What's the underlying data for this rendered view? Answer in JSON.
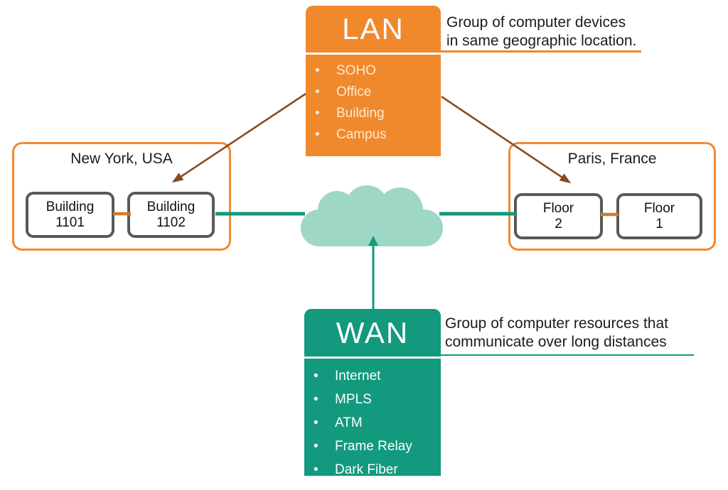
{
  "lan": {
    "title": "LAN",
    "bullets": [
      "SOHO",
      "Office",
      "Building",
      "Campus"
    ],
    "description": [
      "Group of computer devices",
      "in same geographic location."
    ]
  },
  "wan": {
    "title": "WAN",
    "bullets": [
      "Internet",
      "MPLS",
      "ATM",
      "Frame Relay",
      "Dark Fiber"
    ],
    "description": [
      "Group of computer resources that",
      "communicate over long distances"
    ]
  },
  "sites": {
    "new_york": {
      "title": "New York, USA",
      "node1": {
        "line1": "Building",
        "line2": "1101"
      },
      "node2": {
        "line1": "Building",
        "line2": "1102"
      }
    },
    "paris": {
      "title": "Paris, France",
      "node1": {
        "line1": "Floor",
        "line2": "2"
      },
      "node2": {
        "line1": "Floor",
        "line2": "1"
      }
    }
  },
  "icons": {
    "cloud": "internet-cloud"
  },
  "colors": {
    "lan_orange": "#F0882C",
    "group_border_orange": "#F28A30",
    "node_link_orange": "#D4782A",
    "wan_teal": "#12997E",
    "cloud_teal": "#9ED7C5",
    "arrow_brown": "#8A4A21",
    "node_border_gray": "#595959",
    "text_dark": "#1c1c1c",
    "lan_bullet_text": "#FAEBD3",
    "wan_bullet_text": "#FDFDFD"
  }
}
